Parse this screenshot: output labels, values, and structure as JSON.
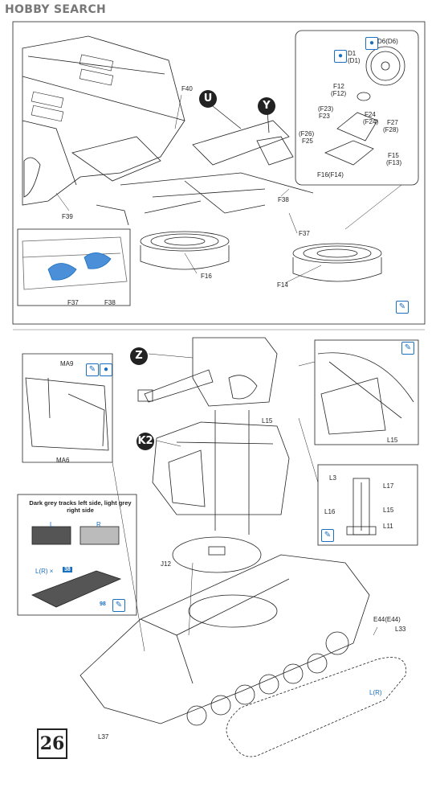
{
  "watermark": "HOBBY SEARCH",
  "step_number": "26",
  "upper_section": {
    "callouts": [
      "U",
      "Y"
    ],
    "labels": {
      "F40": "F40",
      "F39": "F39",
      "F38": "F38",
      "F37": "F37",
      "F16": "F16",
      "F14": "F14",
      "inset_F37": "F37",
      "inset_F38": "F38"
    },
    "wheel_inset": {
      "D6": "D6(D6)",
      "D1": "D1",
      "D1b": "(D1)",
      "F12": "F12",
      "F12b": "(F12)",
      "F23a": "(F23)",
      "F23b": "F23",
      "F24": "F24",
      "F24b": "(F24)",
      "F27": "F27",
      "F28": "(F28)",
      "F26": "(F26)",
      "F25": "F25",
      "F15": "F15",
      "F13": "(F13)",
      "F16F14": "F16(F14)"
    }
  },
  "lower_section": {
    "callouts": [
      "Z",
      "K2"
    ],
    "labels": {
      "MA9": "MA9",
      "MA6": "MA6",
      "L15a": "L15",
      "L15b": "L15",
      "L3": "L3",
      "L17": "L17",
      "L16": "L16",
      "L15c": "L15",
      "L11": "L11",
      "J12": "J12",
      "E44": "E44(E44)",
      "L33": "L33",
      "L37": "L37",
      "LR": "L(R)"
    },
    "track_note": "Dark grey tracks left side, light grey right side",
    "track_L": "L",
    "track_R": "R",
    "track_count_label": "L(R) ×",
    "track_count": "38",
    "track_count_2": "98"
  },
  "colors": {
    "line": "#222222",
    "blue_parts": "#1b6fbf",
    "track_dark": "#555555",
    "track_light": "#bbbbbb"
  }
}
